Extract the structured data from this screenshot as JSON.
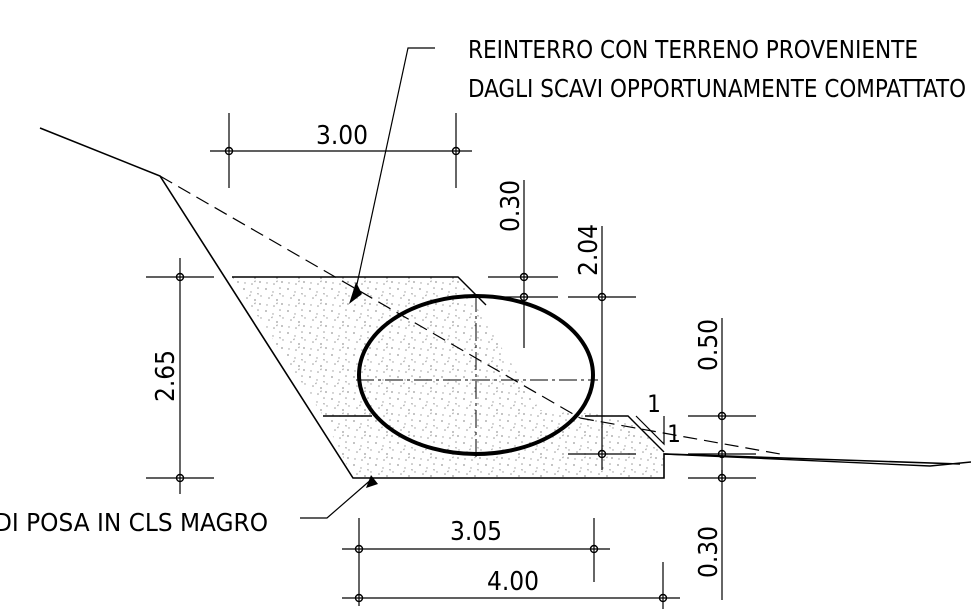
{
  "notes": {
    "backfill_line1": "REINTERRO CON TERRENO PROVENIENTE",
    "backfill_line2": "DAGLI SCAVI OPPORTUNAMENTE COMPATTATO",
    "bedding": "DI POSA IN CLS MAGRO"
  },
  "dimensions": {
    "top_width": "3.00",
    "cover_depth": "0.30",
    "pipe_height": "2.04",
    "fill_height": "2.65",
    "step_height": "0.50",
    "base_thickness": "0.30",
    "base_inner_width": "3.05",
    "base_total_width": "4.00"
  },
  "slope": {
    "run": "1",
    "rise": "1"
  },
  "colors": {
    "ink": "#000000",
    "fill_texture": "#9a9a9a"
  }
}
